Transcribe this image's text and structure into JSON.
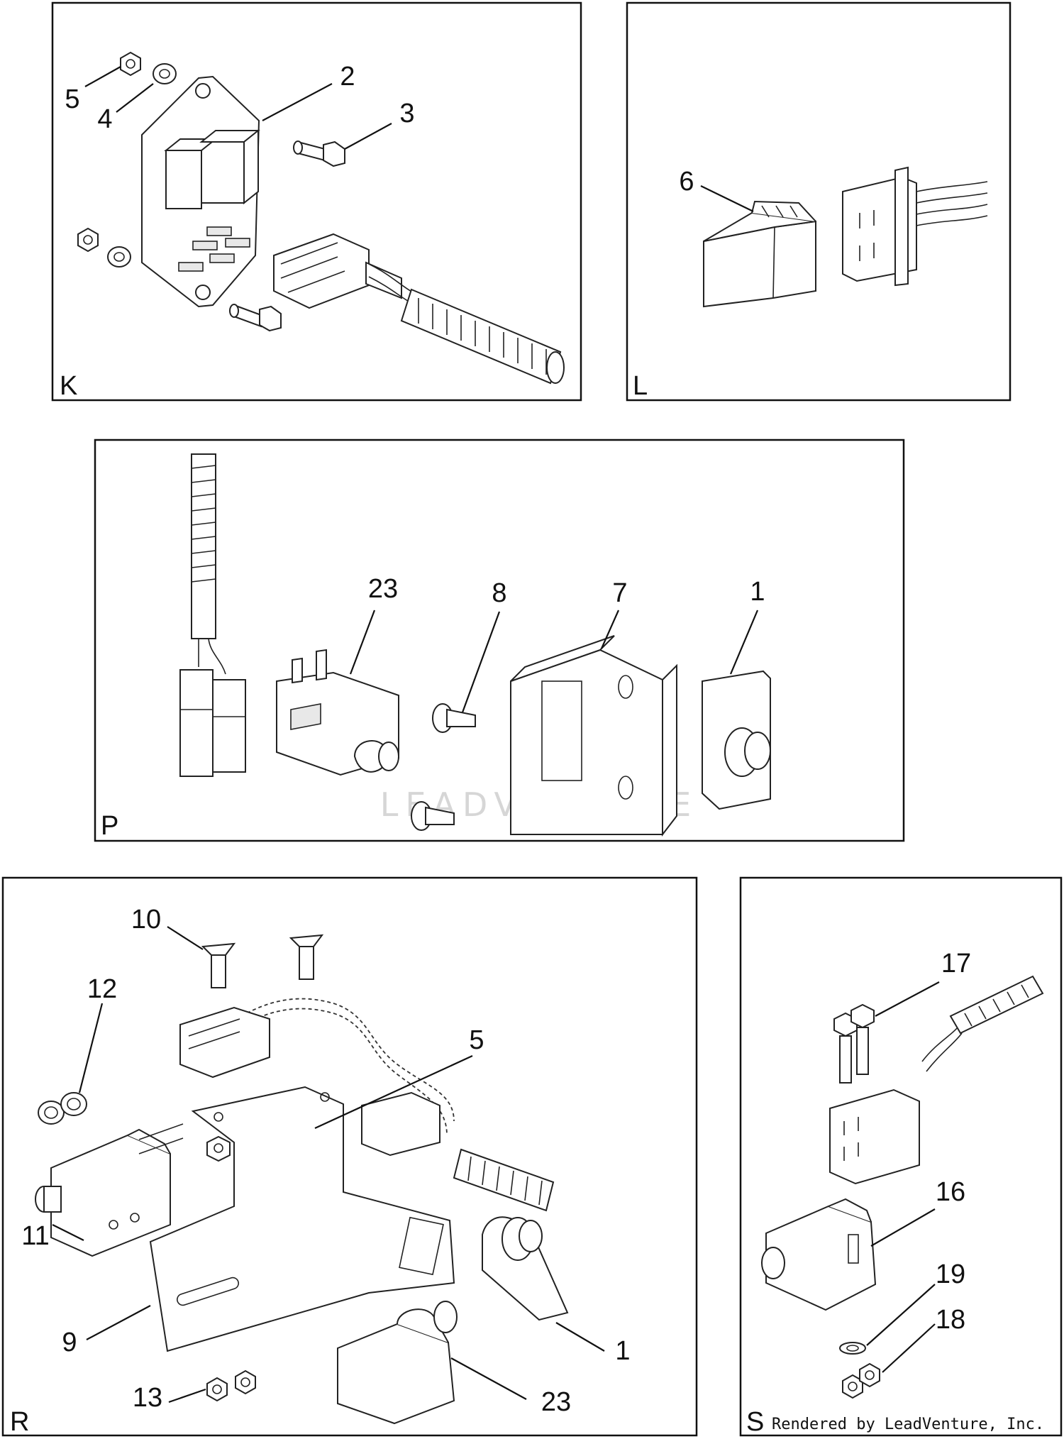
{
  "panels": {
    "K": {
      "letter": "K",
      "callouts": [
        "5",
        "4",
        "2",
        "3"
      ]
    },
    "L": {
      "letter": "L",
      "callouts": [
        "6"
      ]
    },
    "P": {
      "letter": "P",
      "callouts": [
        "23",
        "8",
        "7",
        "1"
      ]
    },
    "R": {
      "letter": "R",
      "callouts": [
        "10",
        "12",
        "5",
        "11",
        "9",
        "13",
        "23",
        "1"
      ]
    },
    "S": {
      "letter": "S",
      "callouts": [
        "17",
        "16",
        "19",
        "18"
      ]
    }
  },
  "credit": "Rendered by LeadVenture, Inc.",
  "watermark": "LEADVENTURE",
  "colors": {
    "line": "#111111",
    "background": "#ffffff",
    "watermark": "#d6d6d6"
  }
}
